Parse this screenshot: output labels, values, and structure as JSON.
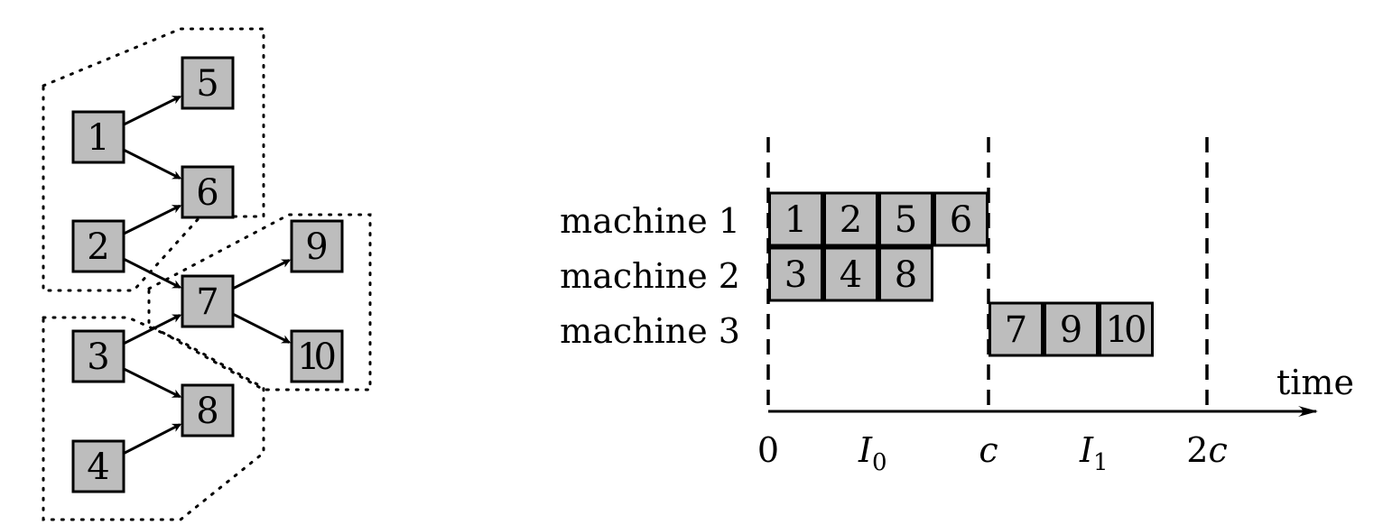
{
  "graph": {
    "nodes": [
      {
        "id": "1",
        "label": "1"
      },
      {
        "id": "2",
        "label": "2"
      },
      {
        "id": "3",
        "label": "3"
      },
      {
        "id": "4",
        "label": "4"
      },
      {
        "id": "5",
        "label": "5"
      },
      {
        "id": "6",
        "label": "6"
      },
      {
        "id": "7",
        "label": "7"
      },
      {
        "id": "8",
        "label": "8"
      },
      {
        "id": "9",
        "label": "9"
      },
      {
        "id": "10",
        "label": "10"
      }
    ],
    "edges": [
      {
        "from": "1",
        "to": "5"
      },
      {
        "from": "1",
        "to": "6"
      },
      {
        "from": "2",
        "to": "6"
      },
      {
        "from": "2",
        "to": "7"
      },
      {
        "from": "3",
        "to": "7"
      },
      {
        "from": "3",
        "to": "8"
      },
      {
        "from": "4",
        "to": "8"
      },
      {
        "from": "7",
        "to": "9"
      },
      {
        "from": "7",
        "to": "10"
      }
    ]
  },
  "schedule": {
    "machines": [
      {
        "label": "machine 1",
        "jobs": [
          "1",
          "2",
          "5",
          "6"
        ]
      },
      {
        "label": "machine 2",
        "jobs": [
          "3",
          "4",
          "8"
        ]
      },
      {
        "label": "machine 3",
        "jobs": [
          "7",
          "9",
          "10"
        ]
      }
    ],
    "axis": {
      "label": "time",
      "ticks": {
        "zero": "0",
        "c": "c",
        "two_c_num": "2",
        "two_c_var": "c"
      },
      "intervals": [
        {
          "var": "I",
          "sub": "0"
        },
        {
          "var": "I",
          "sub": "1"
        }
      ]
    }
  }
}
